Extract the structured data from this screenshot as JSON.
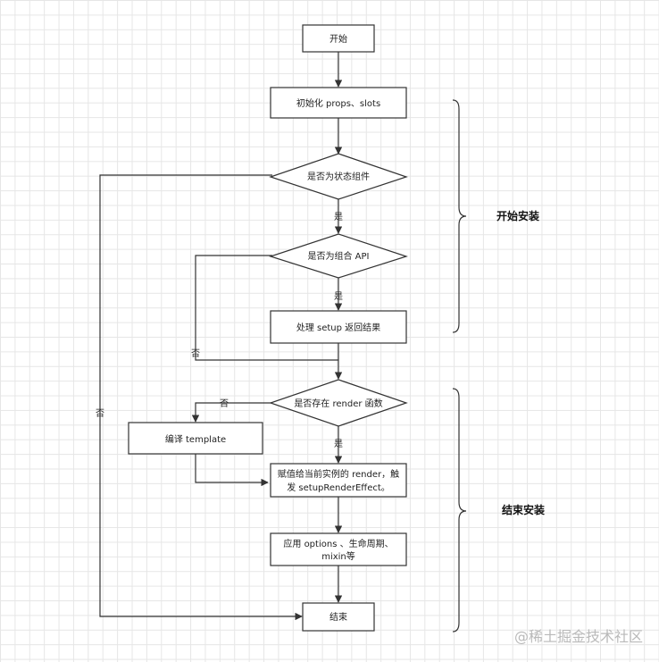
{
  "nodes": {
    "start": "开始",
    "init": "初始化 props、slots",
    "is_stateful": "是否为状态组件",
    "is_composition": "是否为组合 API",
    "handle_setup": "处理 setup 返回结果",
    "has_render": "是否存在 render 函数",
    "compile_template": "编译 template",
    "assign_render_line1": "赋值给当前实例的 render，触",
    "assign_render_line2": "发 setupRenderEffect。",
    "apply_options_line1": "应用 options 、生命周期、",
    "apply_options_line2": "mixin等",
    "end": "结束"
  },
  "edges": {
    "stateful_yes": "是",
    "composition_yes": "是",
    "composition_no": "否",
    "render_yes": "是",
    "render_no": "否",
    "stateful_no": "否"
  },
  "phases": {
    "mount_start": "开始安装",
    "mount_end": "结束安装"
  },
  "watermark": "@稀土掘金技术社区"
}
